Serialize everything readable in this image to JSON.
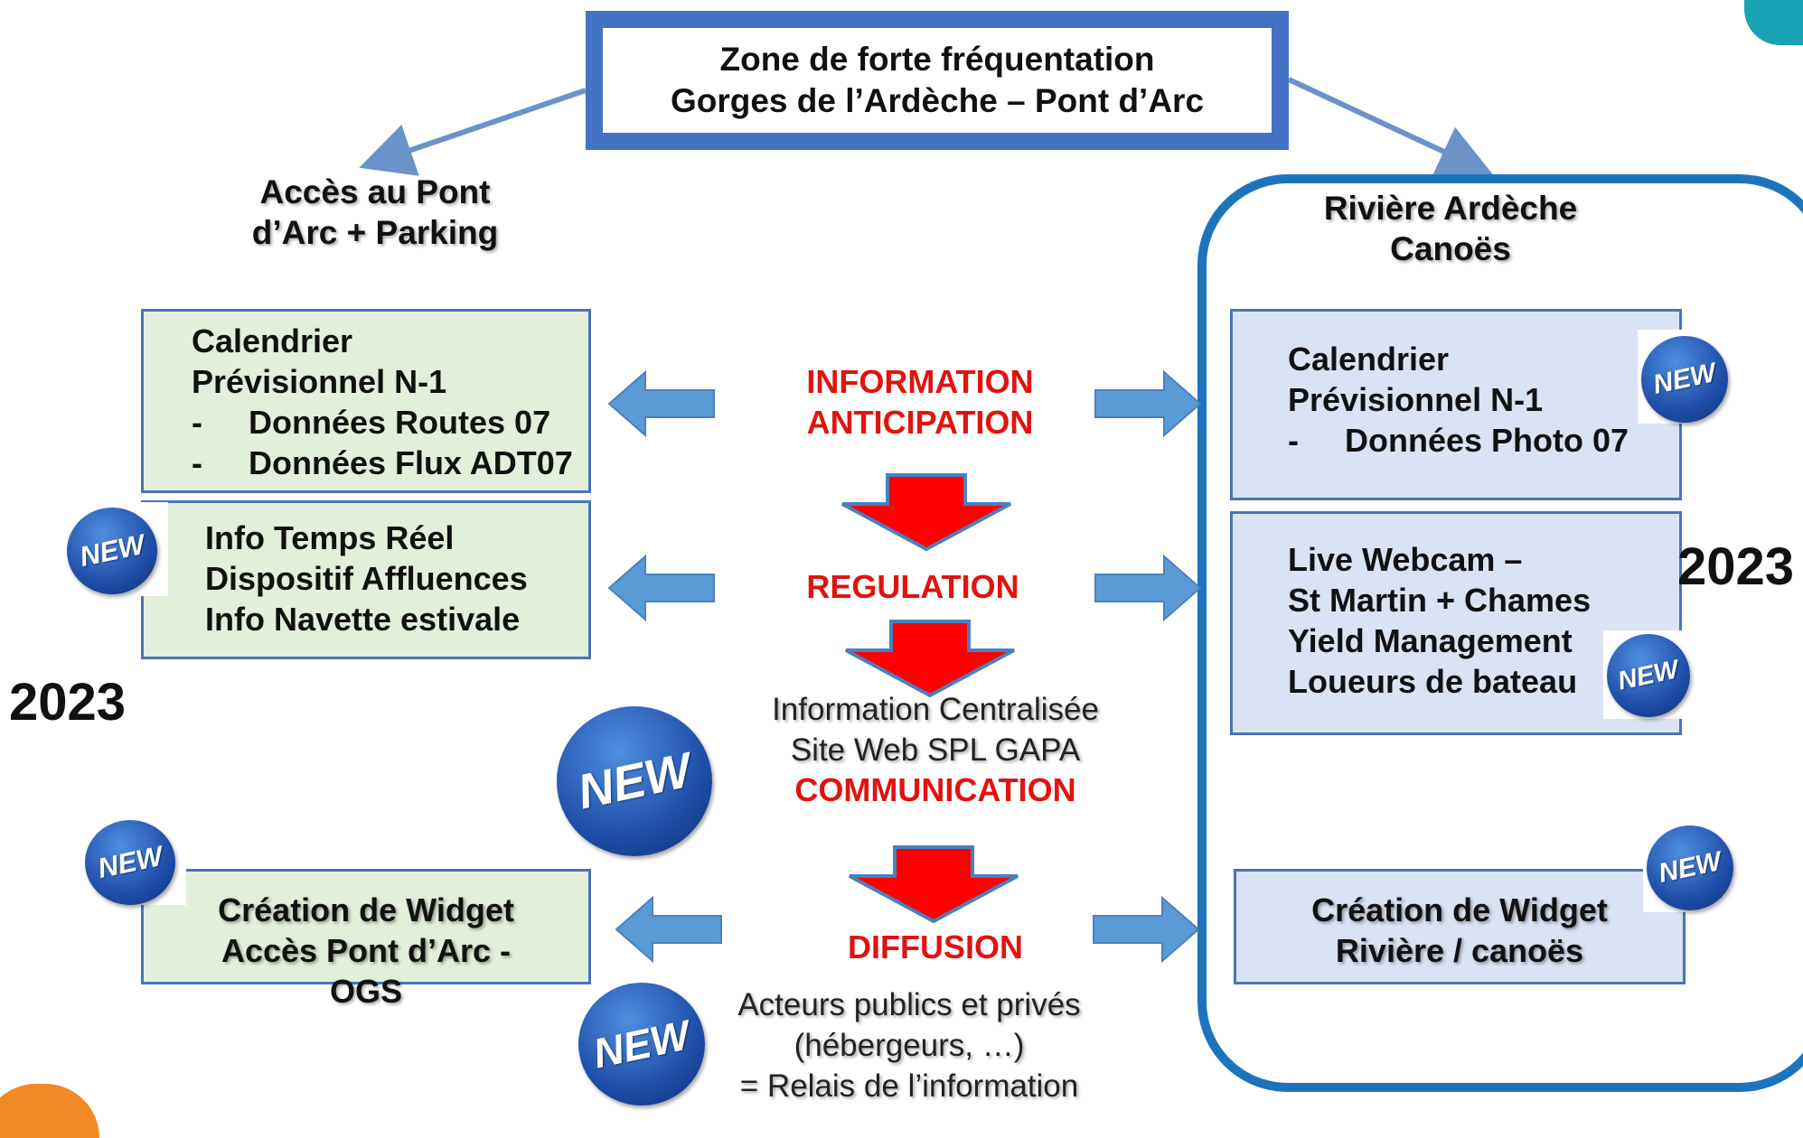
{
  "title": {
    "line1": "Zone de forte fréquentation",
    "line2": "Gorges de l’Ardèche – Pont d’Arc"
  },
  "left_header": {
    "line1": "Accès au Pont",
    "line2": "d’Arc + Parking"
  },
  "right_header": {
    "line1": "Rivière Ardèche",
    "line2": "Canoës"
  },
  "left_boxes": {
    "calendar": {
      "line1": "Calendrier",
      "line2": "Prévisionnel N-1",
      "item1": "Données Routes 07",
      "item2": "Données Flux ADT07"
    },
    "realtime": {
      "line1": "Info Temps Réel",
      "line2": "Dispositif Affluences",
      "line3": "Info Navette estivale"
    },
    "widget": {
      "line1": "Création de Widget",
      "line2": "Accès  Pont d’Arc  -",
      "line3": "OGS"
    }
  },
  "right_boxes": {
    "calendar": {
      "line1": "Calendrier",
      "line2": "Prévisionnel N-1",
      "item1": "Données Photo 07"
    },
    "webcam": {
      "line1": "Live Webcam –",
      "line2": "St Martin + Chames",
      "line3": "Yield Management",
      "line4": "Loueurs de bateau"
    },
    "widget": {
      "line1": "Création de Widget",
      "line2": "Rivière / canoës"
    }
  },
  "center": {
    "information": "INFORMATION",
    "anticipation": "ANTICIPATION",
    "regulation": "REGULATION",
    "info_centralisee": "Information Centralisée",
    "site_web": "Site Web SPL  GAPA",
    "communication": "COMMUNICATION",
    "diffusion": "DIFFUSION",
    "acteurs": "Acteurs publics et privés",
    "hebergeurs": "(hébergeurs, …)",
    "relais": "= Relais de l’information"
  },
  "year_left": "2023",
  "year_right": "2023",
  "badge_label": "NEW",
  "dash": "-",
  "colors": {
    "frame_blue": "#4472c4",
    "river_border": "#1c75bc",
    "green_fill": "#e2efda",
    "blue_fill": "#dae3f3",
    "arrow_blue": "#5b9bd5",
    "arrow_red": "#ff0000",
    "label_red": "#e0140f",
    "badge_blue": "#1f4fa8"
  }
}
